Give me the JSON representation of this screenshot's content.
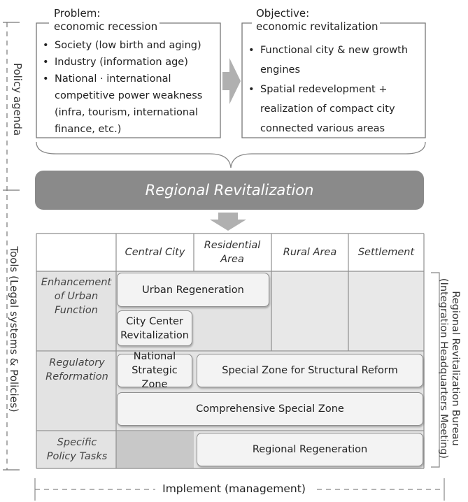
{
  "side_labels": {
    "policy_agenda": "Policy agenda",
    "tools": "Tools (Legal systems & Policies)",
    "bureau_line1": "Regional Revitalization Bureau",
    "bureau_line2": "(Integration Headquarters Meeting)"
  },
  "problem": {
    "title_line1": "Problem:",
    "title_line2": "economic recession",
    "items": [
      "Society (low birth and aging)",
      "Industry (information age)",
      "National · international competitive power weakness (infra, tourism, international finance, etc.)"
    ]
  },
  "objective": {
    "title_line1": "Objective:",
    "title_line2": "economic revitalization",
    "items": [
      "Functional city & new growth engines",
      "Spatial redevelopment + realization of compact city connected various areas"
    ]
  },
  "banner": "Regional Revitalization",
  "columns": [
    "Central City",
    "Residential Area",
    "Rural Area",
    "Settlement"
  ],
  "rows": [
    "Enhancement of Urban Function",
    "Regulatory Reformation",
    "Specific Policy Tasks"
  ],
  "tools": {
    "urban_regeneration": "Urban Regeneration",
    "city_center_revitalization": "City Center Revitalization",
    "national_strategic_zone": "National Strategic Zone",
    "special_zone_structural_reform": "Special Zone for Structural Reform",
    "comprehensive_special_zone": "Comprehensive Special Zone",
    "regional_regeneration": "Regional Regeneration"
  },
  "implement": "Implement (management)",
  "colors": {
    "banner": "#8a8a8a",
    "row_shade": "#e3e3e3",
    "row_shade_dark": "#c8c8c8",
    "grid_line": "#8f8f8f",
    "arrow": "#b0b0b0"
  }
}
